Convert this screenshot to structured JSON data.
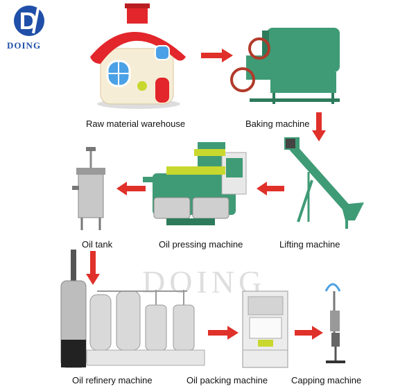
{
  "brand": {
    "name": "DOING",
    "color": "#1f4fa8"
  },
  "watermark": "DOING",
  "arrow_color": "#e0302a",
  "steps": [
    {
      "id": "raw",
      "label": "Raw material warehouse",
      "icon": "house-icon"
    },
    {
      "id": "baking",
      "label": "Baking machine",
      "icon": "baking-drum-icon"
    },
    {
      "id": "lifting",
      "label": "Lifting machine",
      "icon": "screw-elevator-icon"
    },
    {
      "id": "pressing",
      "label": "Oil pressing machine",
      "icon": "oil-press-icon"
    },
    {
      "id": "tank",
      "label": "Oil tank",
      "icon": "filter-tank-icon"
    },
    {
      "id": "refinery",
      "label": "Oil refinery machine",
      "icon": "refinery-icon"
    },
    {
      "id": "packing",
      "label": "Oil packing machine",
      "icon": "filling-machine-icon"
    },
    {
      "id": "capping",
      "label": "Capping machine",
      "icon": "capper-icon"
    }
  ]
}
